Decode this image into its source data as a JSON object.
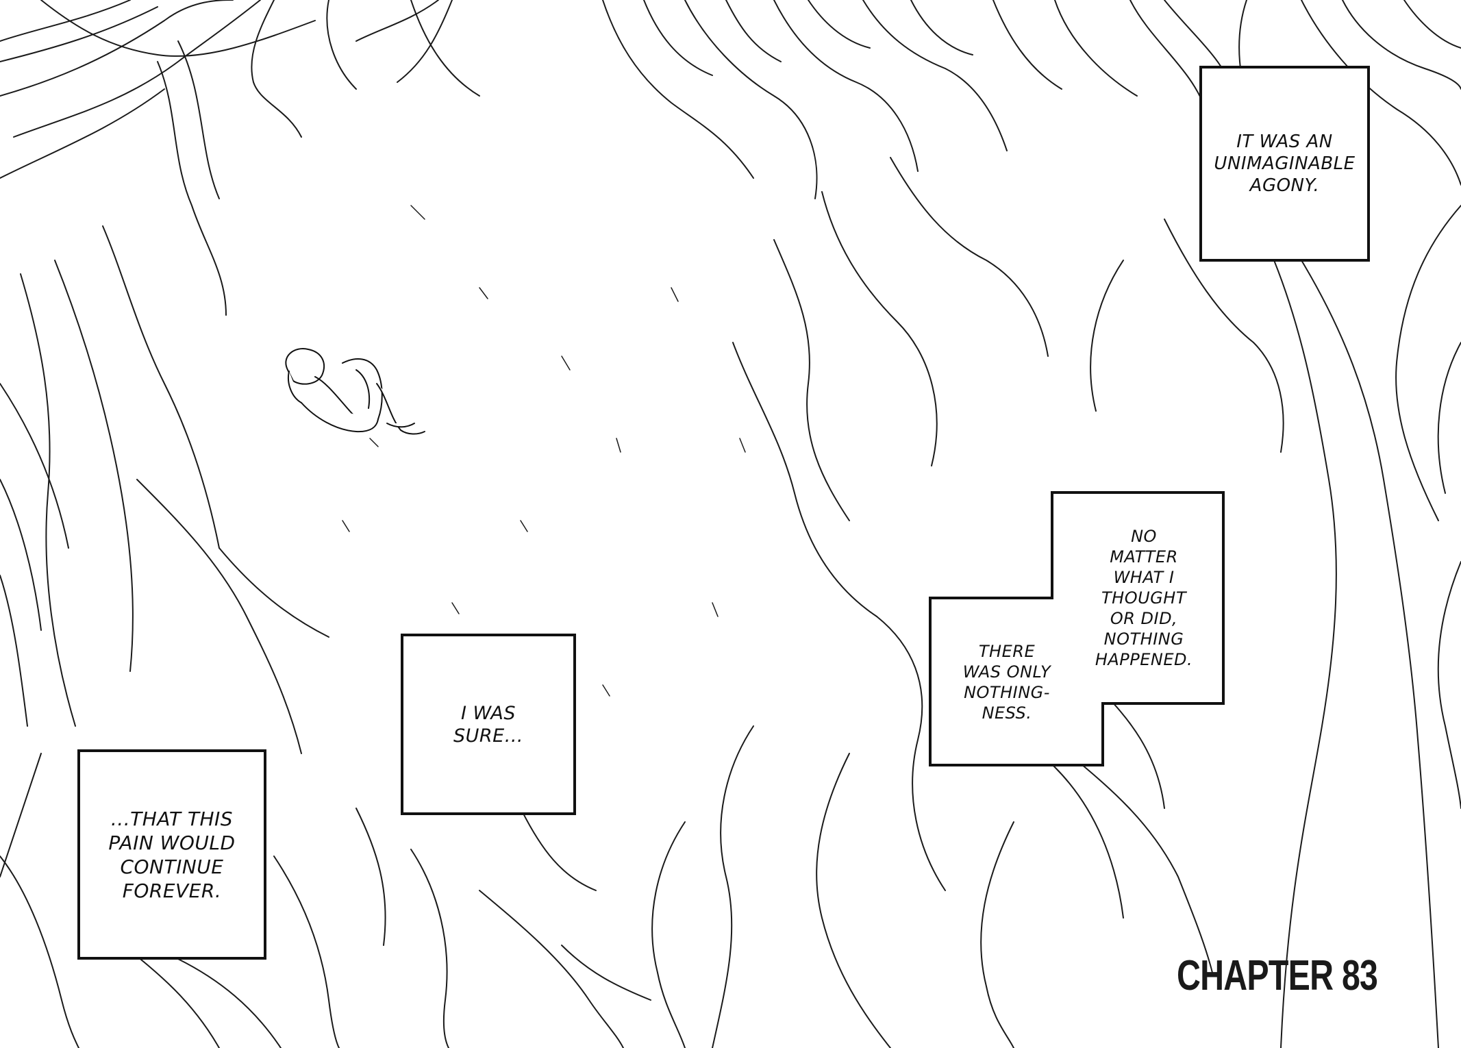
{
  "captions": {
    "agony": "IT WAS AN\nUNIMAGINABLE\nAGONY.",
    "no_matter": "NO\nMATTER\nWHAT I\nTHOUGHT\nOR DID,\nNOTHING\nHAPPENED.",
    "nothingness": "THERE\nWAS ONLY\nNOTHING-\nNESS.",
    "sure": "I WAS\nSURE...",
    "forever": "...THAT THIS\nPAIN WOULD\nCONTINUE\nFOREVER."
  },
  "chapter_title": "CHAPTER 83",
  "colors": {
    "ink": "#111111",
    "paper": "#ffffff"
  }
}
